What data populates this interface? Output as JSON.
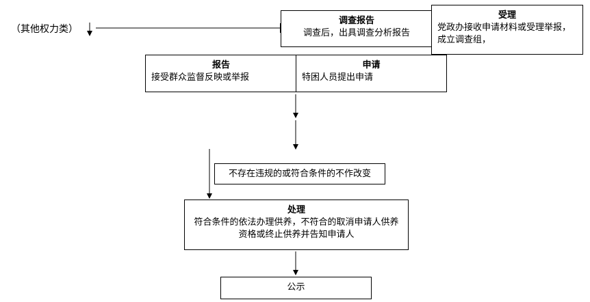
{
  "side_label": "（其他权力类）",
  "boxes": {
    "investigation_report": {
      "title": "调查报告",
      "body": "调查后，出具调查分析报告"
    },
    "acceptance": {
      "title": "受理",
      "body": "党政办接收申请材料或受理举报，成立调查组，"
    },
    "report": {
      "title": "报告",
      "body": "接受群众监督反映或举报"
    },
    "application": {
      "title": "申请",
      "body": "特困人员提出申请"
    },
    "no_change": {
      "body": "不存在违规的或符合条件的不作改变"
    },
    "handling": {
      "title": "处理",
      "body": "符合条件的依法办理供养，不符合的取消申请人供养资格或终止供养并告知申请人"
    },
    "publicize": {
      "body": "公示"
    }
  }
}
